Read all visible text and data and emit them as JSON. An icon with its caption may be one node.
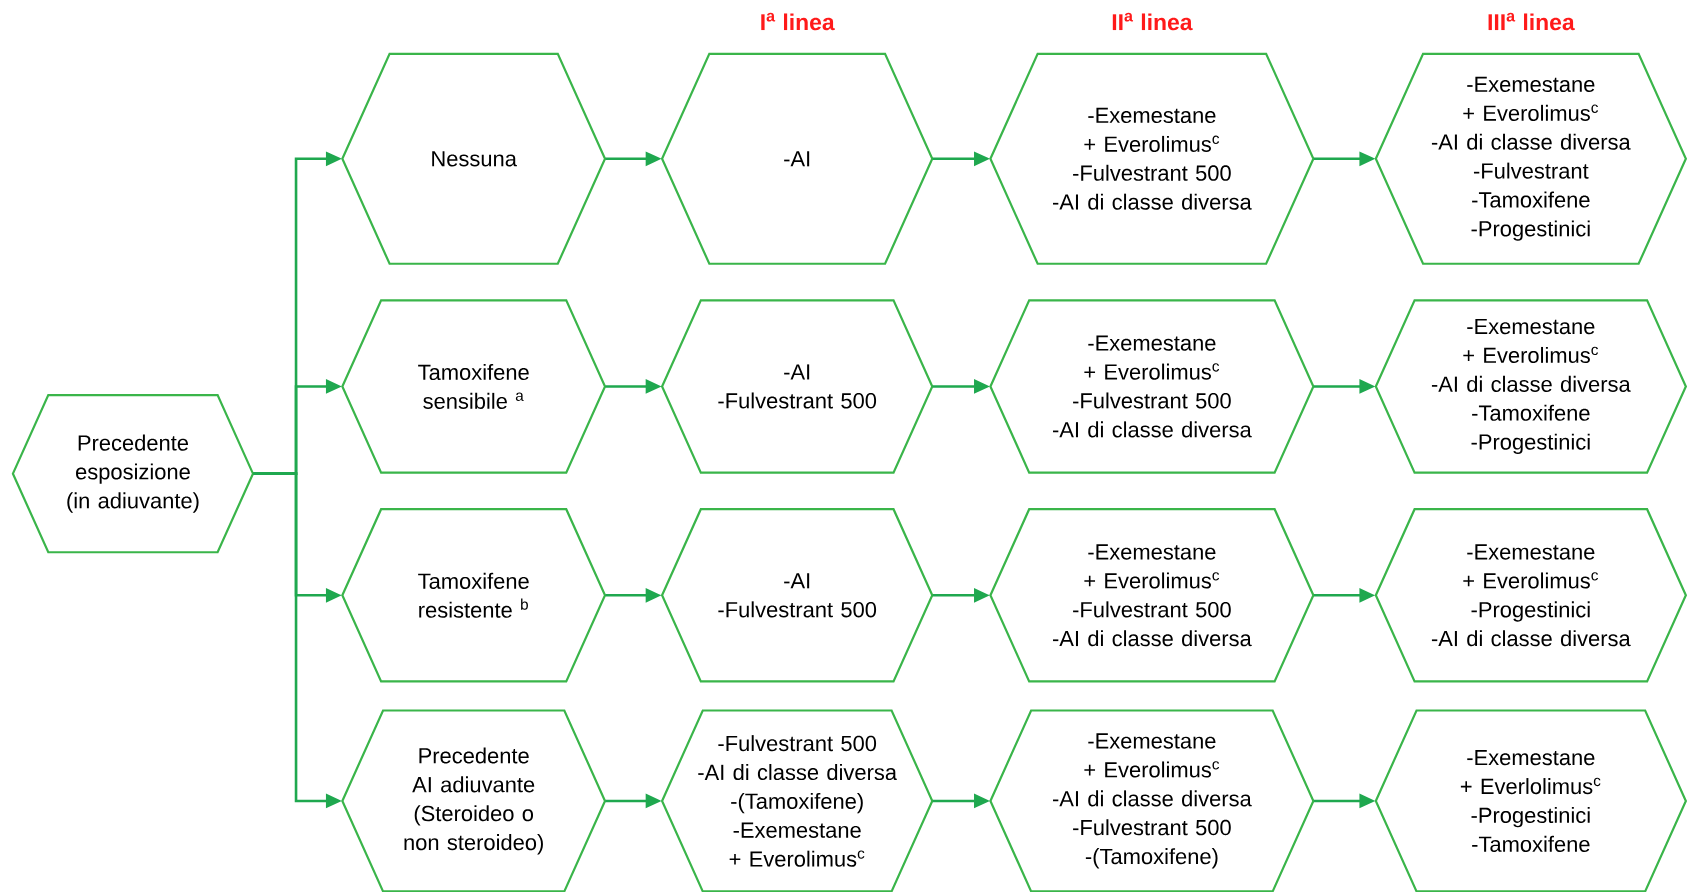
{
  "diagram": {
    "nodes": [
      {
        "text": [
          "Precedente esposizione (in adiuvante)"
        ]
      },
      {
        "text": [
          "Nessuna"
        ]
      },
      {
        "text": [
          "-AI"
        ]
      },
      {
        "text": [
          "-Exemestane + Everolimus$^{c}$",
          "-Fulvestrant 500",
          "-AI di classe diversa"
        ]
      },
      {
        "text": [
          "-Exemestane + Everolimus$^{c}$",
          "-AI di classe diversa",
          "-Fulvestrant",
          "-Tamoxifene",
          "-Progestinici"
        ]
      },
      {
        "text": [
          "Tamoxifene sensibile $^{a}$"
        ]
      },
      {
        "text": [
          "-AI",
          "-Fulvestrant 500"
        ]
      },
      {
        "text": [
          "-Exemestane + Everolimus$^{c}$",
          "-Fulvestrant 500",
          "-AI di classe diversa"
        ]
      },
      {
        "text": [
          "-Exemestane + Everolimus$^{c}$",
          "-AI di classe diversa",
          "-Tamoxifene",
          "-Progestinici"
        ]
      },
      {
        "text": [
          "Tamoxifene resistente $^{b}$"
        ]
      },
      {
        "text": [
          "-AI",
          "-Fulvestrant 500"
        ]
      },
      {
        "text": [
          "-Exemestane + Everolimus$^{c}$",
          "-Fulvestrant 500",
          "-AI di classe diversa"
        ]
      },
      {
        "text": [
          "-Exemestane + Everolimus$^{c}$",
          "-Progestinici",
          "-AI di classe diversa"
        ]
      },
      {
        "text": [
          "Precedente AI adiuvante (Steroideo o non steroideo)"
        ]
      },
      {
        "text": [
          "-Fulvestrant 500",
          "-AI di classe diversa",
          "-(Tamoxifene)",
          "-Exemestane + Everolimus$^{c}$"
        ]
      },
      {
        "text": [
          "-Exemestane + Everolimus$^{c}$",
          "-AI di classe diversa",
          "-Fulvestrant 500",
          "-(Tamoxifene)"
        ]
      },
      {
        "text": [
          "-Exemestane + Everlolimus$^{c}$",
          "-Progestinici",
          "-Tamoxifene"
        ]
      }
    ],
    "edges": [
      {
        "from": 0,
        "to": 1,
        "arrow": "to"
      },
      {
        "from": 0,
        "to": 5,
        "arrow": "to"
      },
      {
        "from": 0,
        "to": 9,
        "arrow": "to"
      },
      {
        "from": 0,
        "to": 13,
        "arrow": "to"
      },
      {
        "from": 1,
        "to": 2,
        "arrow": "to"
      },
      {
        "from": 2,
        "to": 3,
        "arrow": "to"
      },
      {
        "from": 3,
        "to": 4,
        "arrow": "to"
      },
      {
        "from": 5,
        "to": 6,
        "arrow": "to"
      },
      {
        "from": 6,
        "to": 7,
        "arrow": "to"
      },
      {
        "from": 7,
        "to": 8,
        "arrow": "to"
      },
      {
        "from": 9,
        "to": 10,
        "arrow": "to"
      },
      {
        "from": 10,
        "to": 11,
        "arrow": "to"
      },
      {
        "from": 11,
        "to": 12,
        "arrow": "to"
      },
      {
        "from": 13,
        "to": 14,
        "arrow": "to"
      },
      {
        "from": 14,
        "to": 15,
        "arrow": "to"
      },
      {
        "from": 15,
        "to": 16,
        "arrow": "to"
      }
    ],
    "labels": [
      "I$^{a}$ linea",
      "II$^{a}$ linea",
      "III$^{a}$ linea"
    ]
  }
}
